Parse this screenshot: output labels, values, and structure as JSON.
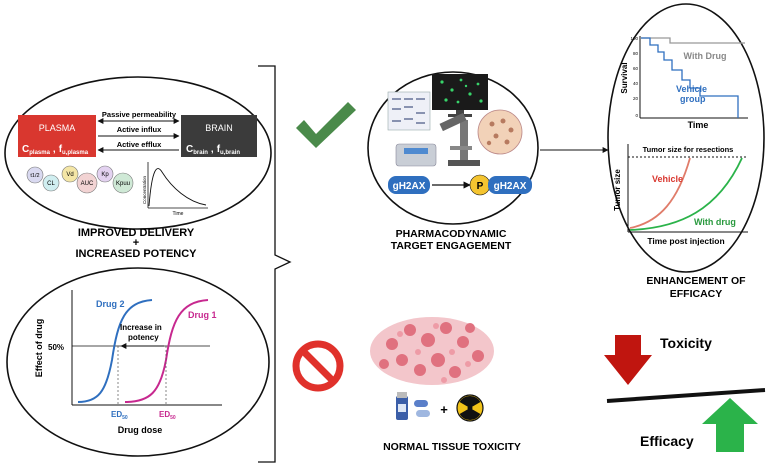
{
  "left_top": {
    "plasma": "PLASMA",
    "brain": "BRAIN",
    "c_plasma": "C",
    "c_plasma_sub": "plasma",
    "f_plasma": "f",
    "f_plasma_sub": "u,plasma",
    "c_brain": "C",
    "c_brain_sub": "brain",
    "f_brain": "f",
    "f_brain_sub": "u,brain",
    "comma": ",",
    "passive": "Passive permeability",
    "influx": "Active influx",
    "efflux": "Active efflux",
    "pk_params": [
      "t1/2",
      "CL",
      "Vd",
      "AUC",
      "Kp",
      "Kpuu"
    ],
    "conc_label": "Concentration",
    "time_label": "Time"
  },
  "caption_left_1": "IMPROVED DELIVERY",
  "caption_left_plus": "+",
  "caption_left_2": "INCREASED POTENCY",
  "dose_response": {
    "ylabel": "Effect of drug",
    "xlabel": "Drug dose",
    "y_tick": "50%",
    "drug2": "Drug 2",
    "drug1": "Drug 1",
    "annotation_1": "Increase in",
    "annotation_2": "potency",
    "ed50_left": "ED",
    "ed50_right": "ED",
    "ed50_sub": "50"
  },
  "center": {
    "gh2ax_left": "gH2AX",
    "p_label": "P",
    "gh2ax_right": "gH2AX",
    "caption_1": "PHARMACODYNAMIC",
    "caption_2": "TARGET ENGAGEMENT",
    "toxicity_caption": "NORMAL TISSUE TOXICITY",
    "plus": "+"
  },
  "survival": {
    "ylabel": "Survival",
    "xlabel": "Time",
    "ticks": [
      "100",
      "80",
      "60",
      "40",
      "20",
      "0"
    ],
    "with_drug": "With Drug",
    "vehicle_1": "Vehicle",
    "vehicle_2": "group"
  },
  "tumor": {
    "ylabel": "Tumor size",
    "xlabel": "Time post injection",
    "threshold": "Tumor size for resections",
    "vehicle": "Vehicle",
    "with_drug": "With drug"
  },
  "right_caption_1": "ENHANCEMENT OF",
  "right_caption_2": "EFFICACY",
  "toxicity": "Toxicity",
  "efficacy": "Efficacy",
  "colors": {
    "plasma_box": "#d9372f",
    "brain_box": "#3b3b3b",
    "blue": "#2f6fbf",
    "magenta": "#c7288f",
    "check": "#4a8a4a",
    "no_sign": "#e0312b",
    "red_arrow": "#c0150f",
    "green_arrow": "#2bb34a"
  }
}
